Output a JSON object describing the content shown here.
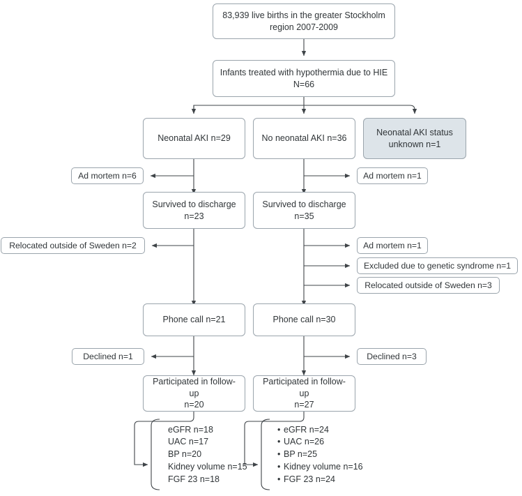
{
  "diagram": {
    "title": "Study flow diagram",
    "colors": {
      "box_border": "#9aa4ac",
      "box_fill": "#ffffff",
      "shaded_fill": "#dde4e9",
      "text": "#303538",
      "connector": "#3f4448"
    },
    "nodes": {
      "births": "83,939 live births in the greater Stockholm region 2007-2009",
      "hypothermia": "Infants treated with hypothermia due to HIE\nN=66",
      "aki": "Neonatal AKI n=29",
      "no_aki": "No neonatal AKI n=36",
      "aki_unknown": "Neonatal AKI status unknown n=1",
      "ad_mortem_left_1": "Ad mortem n=6",
      "ad_mortem_right_1": "Ad mortem n=1",
      "survived_left": "Survived to discharge\nn=23",
      "survived_right": "Survived to discharge\nn=35",
      "relocated_left": "Relocated outside of Sweden n=2",
      "ad_mortem_right_2": "Ad mortem n=1",
      "excluded_genetic": "Excluded due to genetic syndrome n=1",
      "relocated_right": "Relocated outside of Sweden n=3",
      "phone_left": "Phone call n=21",
      "phone_right": "Phone call n=30",
      "declined_left": "Declined n=1",
      "declined_right": "Declined n=3",
      "participated_left": "Participated in follow-up\nn=20",
      "participated_right": "Participated in follow-up\nn=27"
    },
    "outcomes_left": {
      "bulleted": false,
      "items": [
        "eGFR n=18",
        "UAC n=17",
        "BP n=20",
        "Kidney volume n=15",
        "FGF 23 n=18"
      ]
    },
    "outcomes_right": {
      "bulleted": true,
      "items": [
        "eGFR n=24",
        "UAC n=26",
        "BP n=25",
        "Kidney volume n=16",
        "FGF 23 n=24"
      ]
    }
  }
}
